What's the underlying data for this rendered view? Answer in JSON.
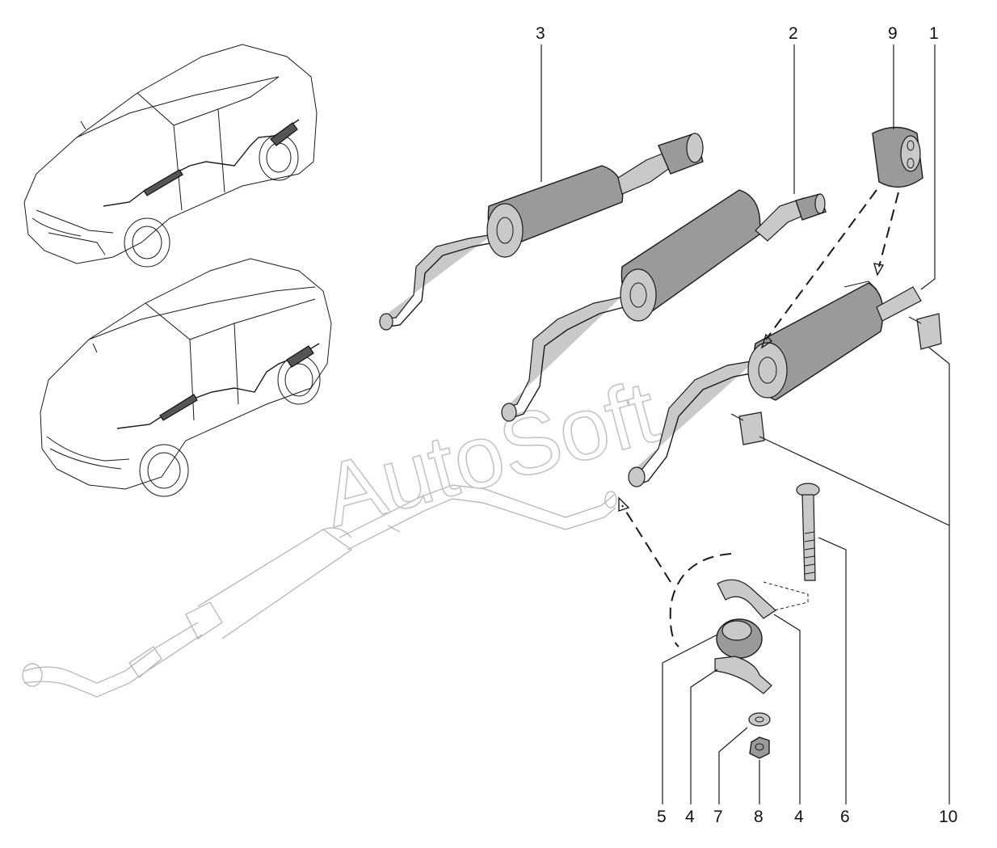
{
  "callouts": {
    "c1": "1",
    "c2": "2",
    "c3": "3",
    "c4a": "4",
    "c4b": "4",
    "c5": "5",
    "c6": "6",
    "c7": "7",
    "c8": "8",
    "c9": "9",
    "c10": "10"
  },
  "watermark": "AutoSoft",
  "colors": {
    "line": "#1a1a1a",
    "part_fill": "#9a9a9a",
    "watermark": "#c4c4c4",
    "background": "#ffffff"
  }
}
